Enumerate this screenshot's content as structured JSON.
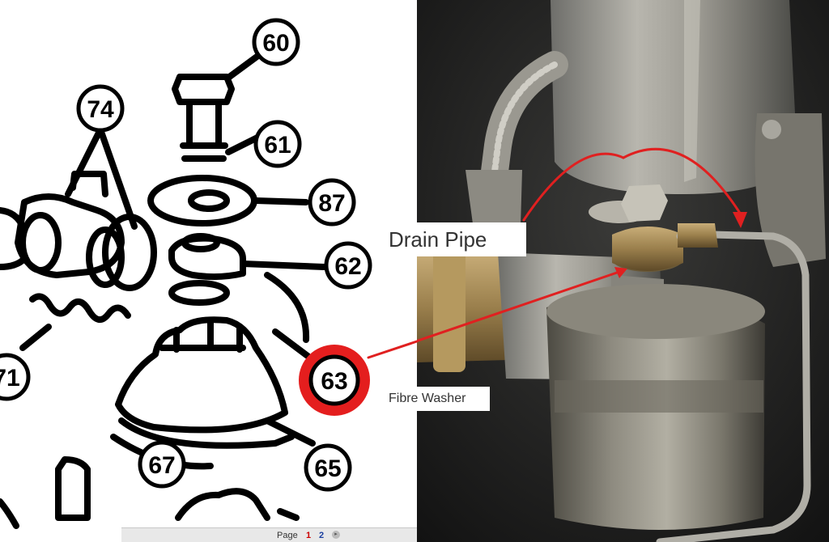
{
  "callouts": {
    "c60": "60",
    "c61": "61",
    "c74": "74",
    "c87": "87",
    "c62": "62",
    "c71": "71",
    "c63": "63",
    "c67": "67",
    "c65": "65"
  },
  "labels": {
    "drain_pipe": "Drain Pipe",
    "fibre_washer": "Fibre Washer"
  },
  "pager": {
    "page_label": "Page",
    "page_1": "1",
    "page_2": "2",
    "next_glyph": "▸"
  },
  "colors": {
    "highlight_red": "#e41e1e",
    "arrow_red": "#e02020"
  }
}
